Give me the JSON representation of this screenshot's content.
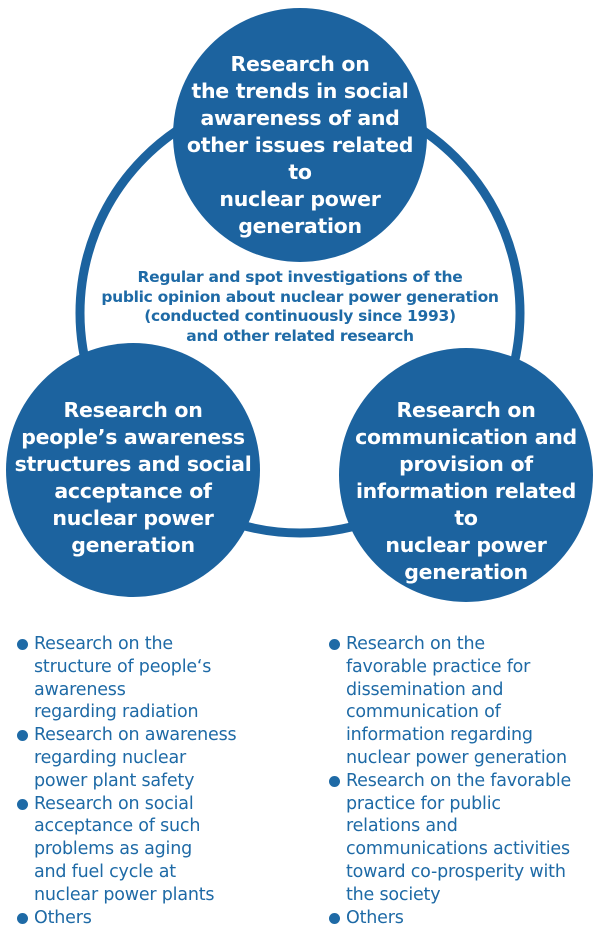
{
  "circles": {
    "top": "Research on\nthe trends in social\nawareness of and\nother issues related to\nnuclear power\ngeneration",
    "left": "Research on\npeople’s awareness\nstructures and social\nacceptance of\nnuclear power\ngeneration",
    "right": "Research on\ncommunication and\nprovision of\ninformation related to\nnuclear power\ngeneration"
  },
  "center_text": "Regular and spot investigations of the\npublic opinion about nuclear power generation\n(conducted continuously since 1993)\nand other related research",
  "left_list": [
    "Research on the\nstructure of people‘s\nawareness\nregarding radiation",
    "Research on awareness\nregarding nuclear\npower plant safety",
    "Research on social\nacceptance of such\nproblems as aging\nand fuel cycle at\nnuclear power plants",
    "Others"
  ],
  "right_list": [
    "Research on the\nfavorable practice for\ndissemination and\ncommunication of\ninformation regarding\nnuclear power generation",
    "Research on the favorable\npractice for public\nrelations and\ncommunications activities\ntoward co-prosperity with\nthe society",
    "Others"
  ],
  "colors": {
    "circle_fill": "#1c639f",
    "ring": "#1c639f",
    "text_blue": "#1e6aa6"
  }
}
